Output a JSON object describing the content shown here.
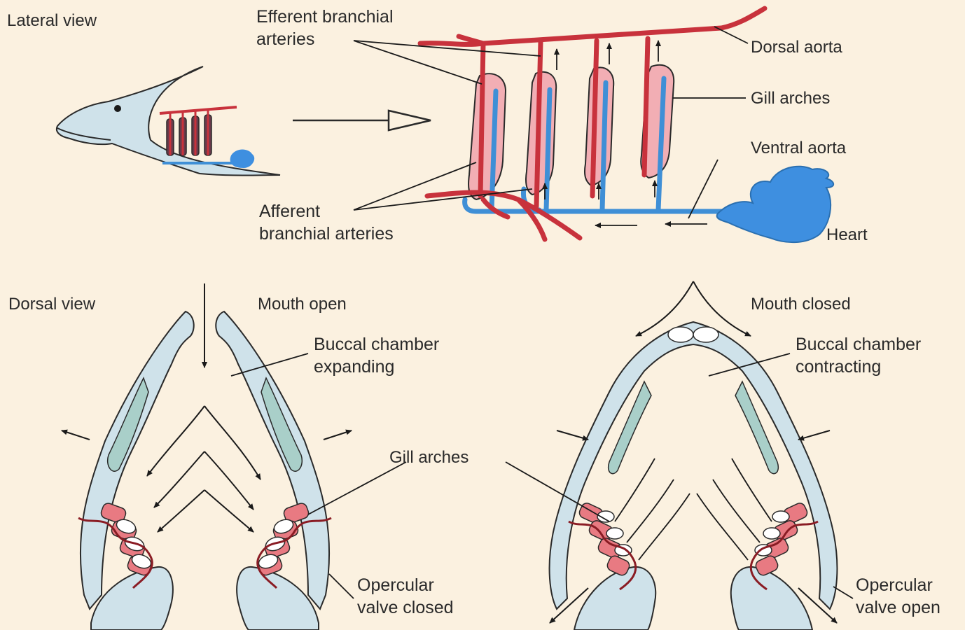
{
  "lateral": {
    "view_label": "Lateral view",
    "efferent_label": "Efferent branchial\narteries",
    "dorsal_aorta_label": "Dorsal aorta",
    "gill_arches_label": "Gill arches",
    "ventral_aorta_label": "Ventral aorta",
    "afferent_label": "Afferent\nbranchial arteries",
    "heart_label": "Heart"
  },
  "dorsal": {
    "view_label": "Dorsal view",
    "open": {
      "state_label": "Mouth open",
      "chamber_label": "Buccal chamber\nexpanding",
      "gill_arches_label": "Gill arches",
      "valve_label": "Opercular\nvalve closed"
    },
    "closed": {
      "state_label": "Mouth closed",
      "chamber_label": "Buccal chamber\ncontracting",
      "valve_label": "Opercular\nvalve open"
    }
  },
  "colors": {
    "background": "#fbf1e0",
    "artery_red": "#c8323c",
    "gill_pink": "#f2aeb4",
    "vessel_blue": "#3f8fd6",
    "heart_blue": "#3e8fe0",
    "bone_blue": "#cfe2ea",
    "muscle_green": "#a9cfc9"
  }
}
